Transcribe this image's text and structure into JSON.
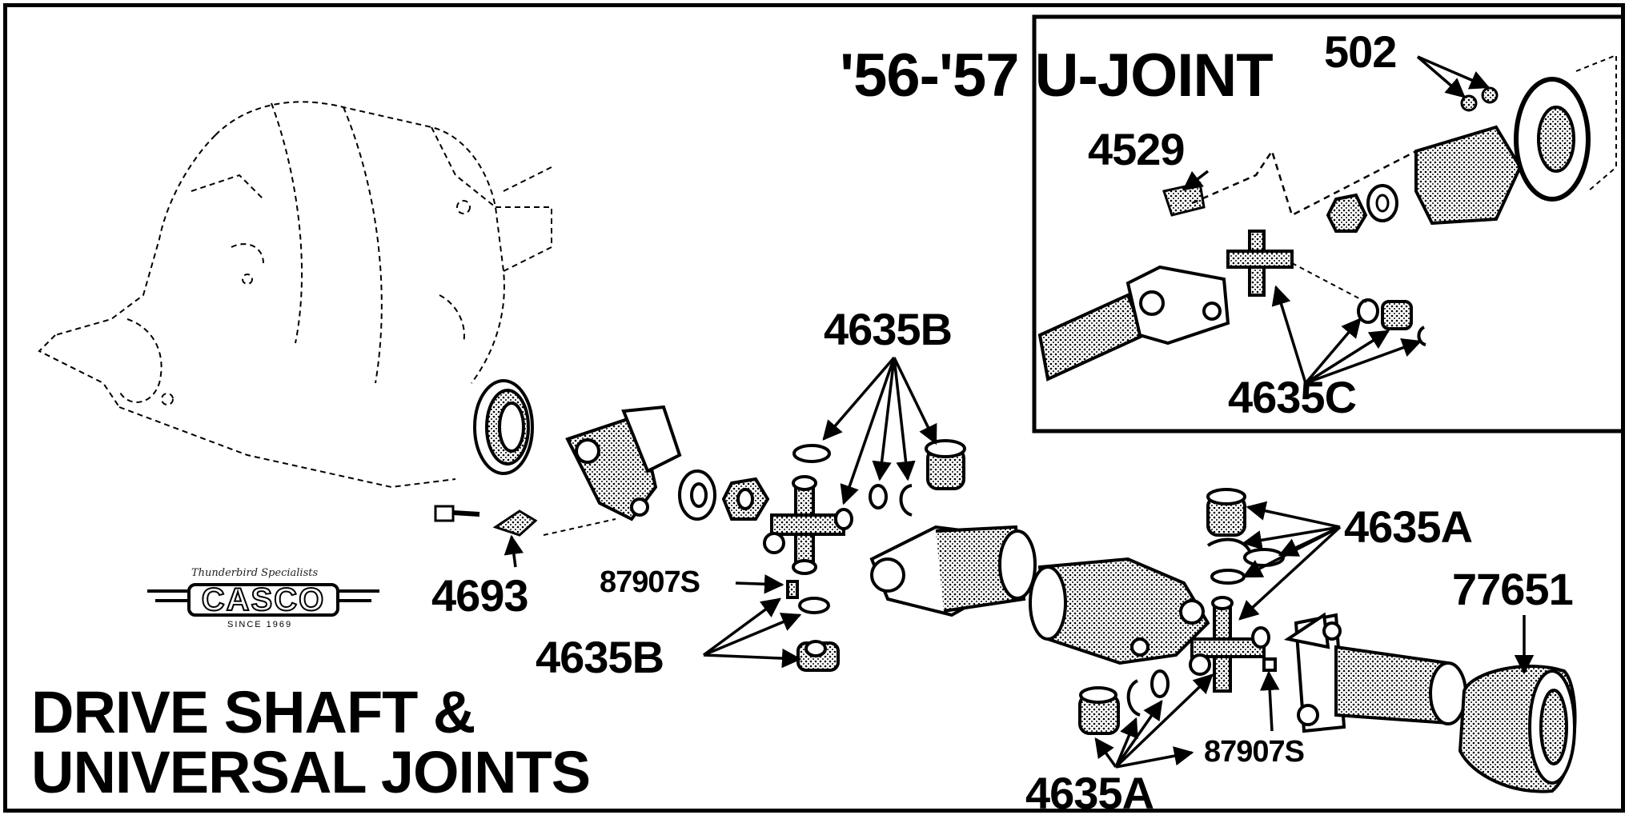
{
  "title": {
    "line1": "DRIVE SHAFT &",
    "line2": "UNIVERSAL JOINTS"
  },
  "inset": {
    "title": "'56-'57 U-JOINT"
  },
  "logo": {
    "tagline": "Thunderbird Specialists",
    "wordmark": "CASCO",
    "since": "SINCE 1969"
  },
  "part_labels": {
    "p502": "502",
    "p4529": "4529",
    "p4635c": "4635C",
    "p4635b_top": "4635B",
    "p4635b_bottom": "4635B",
    "p4693": "4693",
    "p87907s_left": "87907S",
    "p87907s_right": "87907S",
    "p4635a_top": "4635A",
    "p4635a_bottom": "4635A",
    "p77651": "77651"
  }
}
